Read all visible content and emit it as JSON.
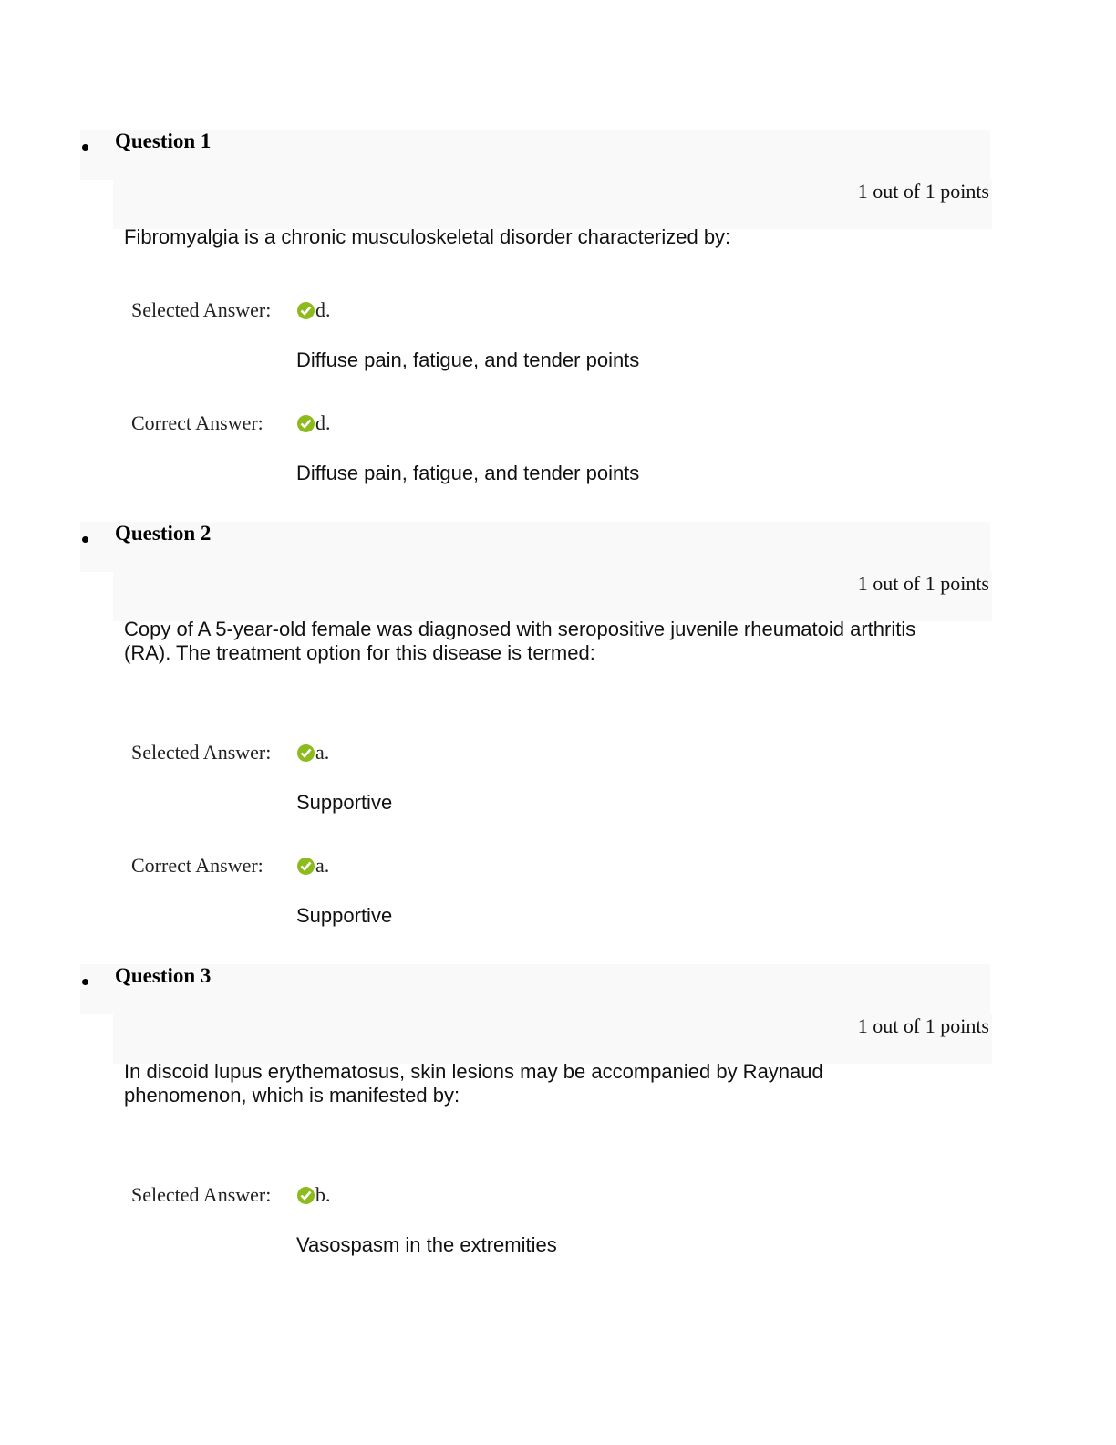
{
  "questions": [
    {
      "title": "Question 1",
      "points": "1 out of 1 points",
      "text": "Fibromyalgia is a chronic musculoskeletal disorder characterized by:",
      "selected_label": "Selected Answer:",
      "selected_letter": "d.",
      "selected_text": "Diffuse pain, fatigue, and tender points",
      "correct_label": "Correct Answer:",
      "correct_letter": "d.",
      "correct_text": "Diffuse pain, fatigue, and tender points"
    },
    {
      "title": "Question 2",
      "points": "1 out of 1 points",
      "text": "Copy of A 5-year-old female was diagnosed with seropositive juvenile rheumatoid arthritis (RA). The treatment option for this disease is termed:",
      "selected_label": "Selected Answer:",
      "selected_letter": "a.",
      "selected_text": "Supportive",
      "correct_label": "Correct Answer:",
      "correct_letter": "a.",
      "correct_text": "Supportive"
    },
    {
      "title": "Question 3",
      "points": "1 out of 1 points",
      "text": "In discoid lupus erythematosus, skin lesions may be accompanied by Raynaud phenomenon, which is manifested by:",
      "selected_label": "Selected Answer:",
      "selected_letter": "b.",
      "selected_text": "Vasospasm in the extremities"
    }
  ],
  "colors": {
    "check": "#8dbb1e",
    "header_bg": "#f9f9f9"
  }
}
